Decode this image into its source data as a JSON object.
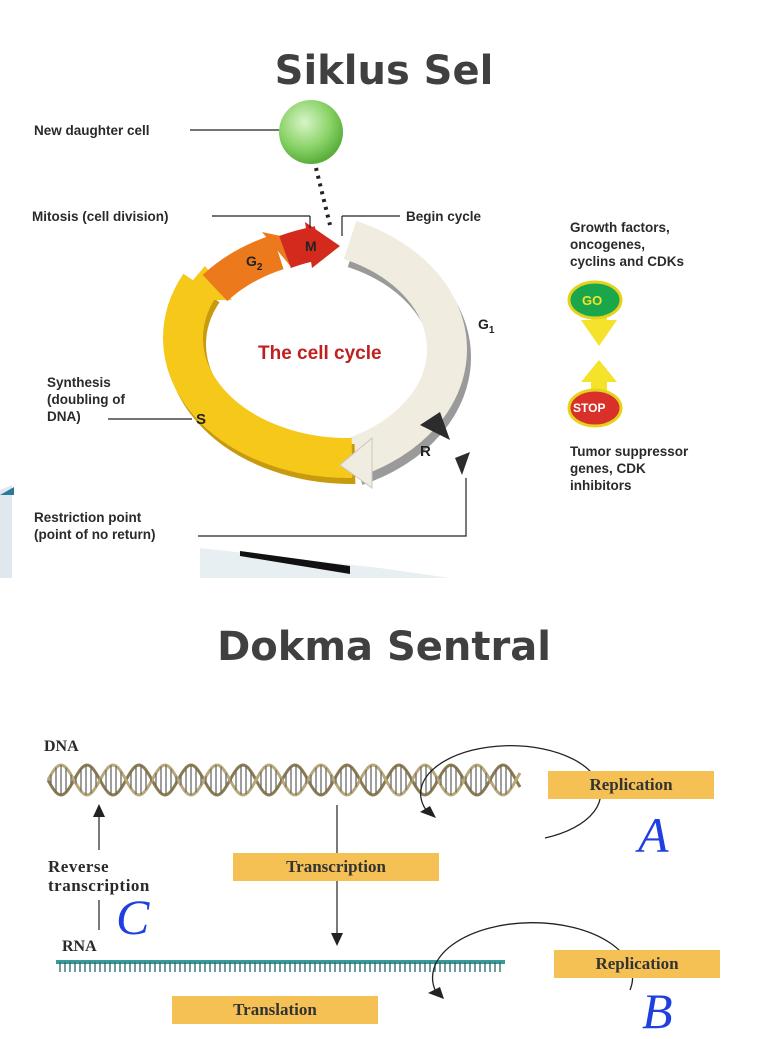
{
  "slide1": {
    "title": "Siklus Sel",
    "labels": {
      "new_daughter_cell": "New daughter cell",
      "mitosis": "Mitosis (cell division)",
      "begin_cycle": "Begin cycle",
      "growth_factors": "Growth factors,\noncogenes,\ncyclins and CDKs",
      "go": "GO",
      "stop": "STOP",
      "tumor_suppressor": "Tumor suppressor\ngenes, CDK\ninhibitors",
      "synthesis": "Synthesis\n(doubling of\nDNA)",
      "restriction_point": "Restriction point\n(point of no return)",
      "cell_cycle": "The cell cycle",
      "phase_m": "M",
      "phase_g2": "G",
      "phase_g2_sub": "2",
      "phase_g1": "G",
      "phase_g1_sub": "1",
      "phase_s": "S",
      "phase_r": "R"
    },
    "colors": {
      "m_phase": "#d42a1e",
      "g2_phase": "#ec7a1c",
      "s_phase": "#f5c81a",
      "g1_phase": "#f1ece0",
      "daughter_cell": "#8cd46a",
      "go": "#1aa64a",
      "stop": "#d9312a",
      "cell_cycle_text": "#c02020"
    }
  },
  "slide2": {
    "title": "Dokma Sentral",
    "labels": {
      "dna": "DNA",
      "rna": "RNA",
      "replication_a": "Replication",
      "replication_b": "Replication",
      "transcription": "Transcription",
      "translation": "Translation",
      "reverse_transcription": "Reverse\ntranscription",
      "letter_a": "A",
      "letter_b": "B",
      "letter_c": "C"
    },
    "colors": {
      "tag": "#f5c054",
      "letters": "#1f3fe0",
      "dna_strand": "#b8a878",
      "rna_strand": "#3a9a9a"
    }
  }
}
